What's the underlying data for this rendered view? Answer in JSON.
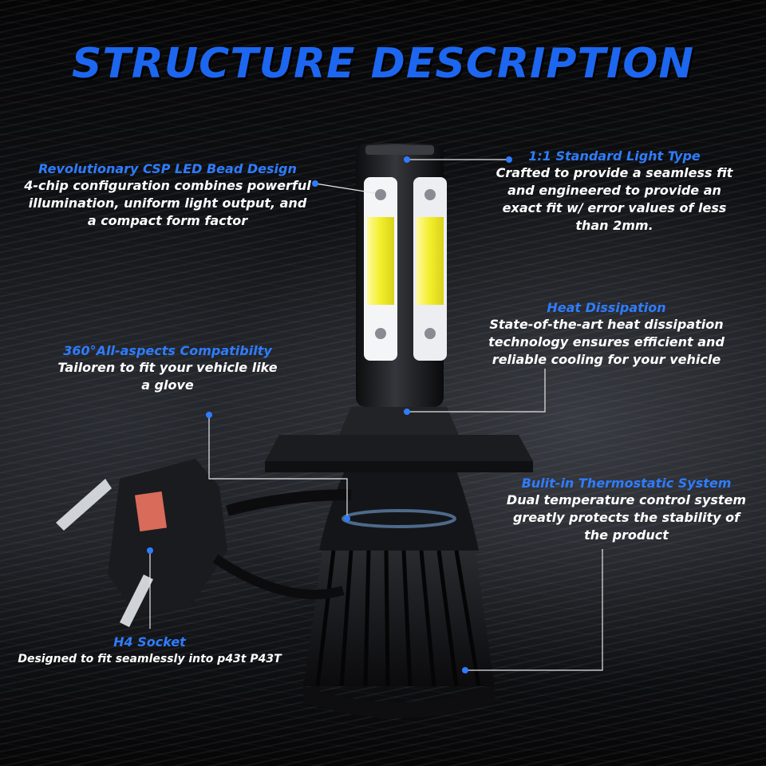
{
  "title": "STRUCTURE DESCRIPTION",
  "callouts": {
    "csp_led": {
      "heading": "Revolutionary CSP LED Bead Design",
      "body": "4-chip configuration combines powerful\nillumination, uniform light output, and\na compact form factor"
    },
    "light_type": {
      "heading": "1:1 Standard Light Type",
      "body": "Crafted to provide a seamless fit\nand engineered to provide an\nexact fit w/ error values of less\nthan 2mm."
    },
    "heat": {
      "heading": "Heat Dissipation",
      "body": "State-of-the-art heat dissipation\ntechnology ensures efficient and\nreliable cooling for your vehicle"
    },
    "compat": {
      "heading": "360°All-aspects Compatibilty",
      "body": "Tailoren to fit your vehicle like\na glove"
    },
    "thermo": {
      "heading": "Bulit-in Thermostatic System",
      "body": "Dual temperature control system\ngreatly protects the stability of\nthe product"
    },
    "socket": {
      "heading": "H4 Socket",
      "body": "Designed to fit seamlessly into p43t P43T"
    }
  },
  "colors": {
    "accent": "#2f7cff",
    "title": "#1d66f0",
    "chip": "#f2ee2a"
  }
}
